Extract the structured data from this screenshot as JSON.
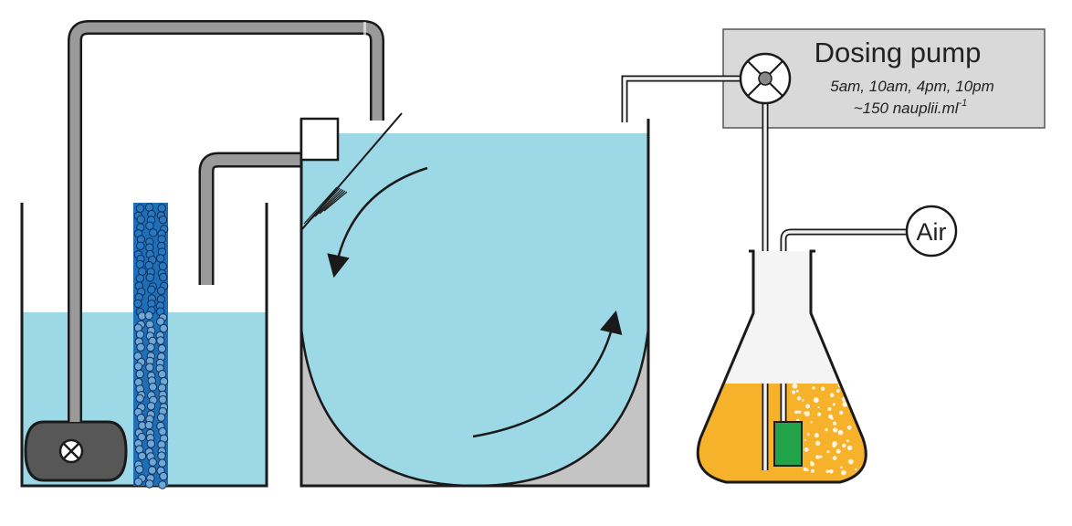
{
  "dosing_pump": {
    "title": "Dosing pump",
    "schedule": "5am, 10am, 4pm, 10pm",
    "density_main": "~150 nauplii.ml",
    "density_sup": "-1"
  },
  "air": {
    "label": "Air"
  },
  "colors": {
    "water": "#9dd8e6",
    "culture": "#f7b22c",
    "media": "#1e6fb8",
    "pipe": "#9a9a9a",
    "pump_box": "#d9d9d9",
    "sump_floor": "#c4c4c4",
    "heater": "#22a34a",
    "outline": "#1a1a1a"
  },
  "icons": [
    "submersible-pump-icon",
    "dosing-pump-rotor-icon",
    "flow-arrow-icon",
    "air-bubbles-icon"
  ]
}
